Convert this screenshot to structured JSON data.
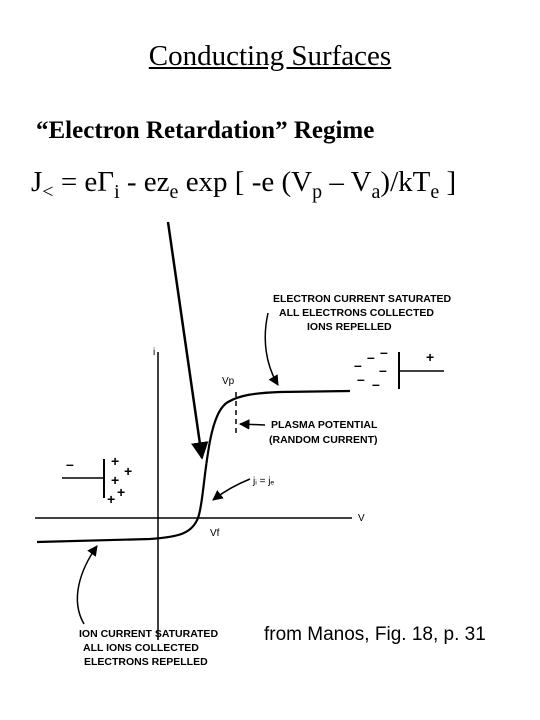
{
  "title": "Conducting Surfaces",
  "subtitle": "“Electron Retardation” Regime",
  "equation": {
    "j": "J",
    "j_sub": "<",
    "p1": " = eΓ",
    "p1_sub": "i",
    "p2": " - ez",
    "p2_sub": "e",
    "p3": " exp [ -e (V",
    "p3_sub": "p",
    "p4": " – V",
    "p4_sub": "a",
    "p5": ")/kT",
    "p5_sub": "e",
    "p6": " ]"
  },
  "figure": {
    "axis_i": "i",
    "axis_v": "V",
    "vp": "Vp",
    "vf": "Vf",
    "ji_je": "jᵢ = jₑ",
    "saturated_lines": [
      "ELECTRON CURRENT SATURATED",
      "ALL ELECTRONS COLLECTED",
      "IONS REPELLED"
    ],
    "plasma_lines": [
      "PLASMA POTENTIAL",
      "(RANDOM CURRENT)"
    ],
    "ion_lines": [
      "ION CURRENT SATURATED",
      "ALL IONS COLLECTED",
      "ELECTRONS REPELLED"
    ],
    "plus": "+",
    "minus": "–"
  },
  "credit": "from Manos, Fig. 18, p. 31"
}
